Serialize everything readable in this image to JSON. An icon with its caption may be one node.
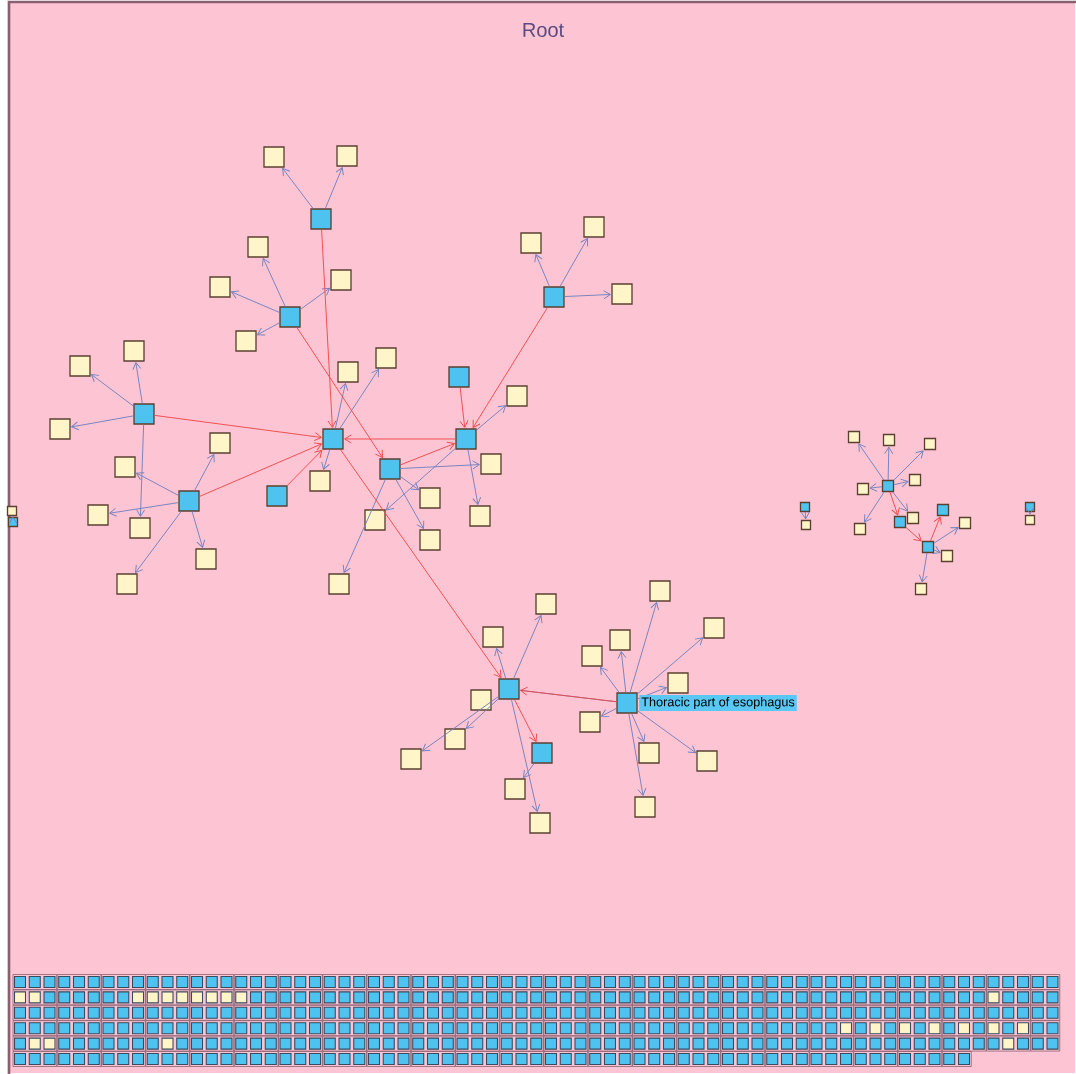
{
  "diagram": {
    "nodes": [
      {
        "text": [
          "Root"
        ]
      },
      {
        "text": [],
        "shape": "box",
        "in": 0
      },
      {
        "text": [],
        "shape": "box",
        "in": 0
      },
      {
        "text": [],
        "shape": "box",
        "in": 0
      },
      {
        "text": [],
        "shape": "box",
        "in": 0
      },
      {
        "text": [],
        "shape": "box",
        "in": 0
      },
      {
        "text": [],
        "shape": "box",
        "in": 0
      },
      {
        "text": [],
        "shape": "box",
        "in": 0
      },
      {
        "text": [],
        "shape": "box",
        "in": 0
      },
      {
        "text": [],
        "shape": "box",
        "in": 0
      },
      {
        "text": [],
        "shape": "box",
        "in": 0
      },
      {
        "text": [],
        "shape": "box",
        "in": 0
      },
      {
        "text": [],
        "shape": "box",
        "in": 0
      },
      {
        "text": [],
        "shape": "box",
        "in": 0
      },
      {
        "text": [],
        "shape": "box",
        "in": 0
      },
      {
        "text": [],
        "shape": "box",
        "in": 0
      },
      {
        "text": [],
        "shape": "box",
        "in": 0
      },
      {
        "text": [],
        "shape": "box",
        "in": 0
      },
      {
        "text": [],
        "shape": "box",
        "in": 0
      },
      {
        "text": [],
        "shape": "box",
        "in": 0
      },
      {
        "text": [],
        "shape": "box",
        "in": 0
      },
      {
        "text": [],
        "shape": "box",
        "in": 0
      },
      {
        "text": [],
        "shape": "box",
        "in": 0
      },
      {
        "text": [],
        "shape": "box",
        "in": 0
      },
      {
        "text": [],
        "shape": "box",
        "in": 0
      },
      {
        "text": [],
        "shape": "box",
        "in": 0
      },
      {
        "text": [],
        "shape": "box",
        "in": 0
      },
      {
        "text": [],
        "shape": "box",
        "in": 0
      },
      {
        "text": [],
        "shape": "box",
        "in": 0
      },
      {
        "text": [],
        "shape": "box",
        "in": 0
      },
      {
        "text": [],
        "shape": "box",
        "in": 0
      },
      {
        "text": [],
        "shape": "box",
        "in": 0
      },
      {
        "text": [],
        "shape": "box",
        "in": 0
      },
      {
        "text": [],
        "shape": "box",
        "in": 0
      },
      {
        "text": [],
        "shape": "box",
        "in": 0
      },
      {
        "text": [],
        "shape": "box",
        "in": 0
      },
      {
        "text": [],
        "shape": "box",
        "in": 0
      },
      {
        "text": [],
        "shape": "box",
        "in": 0
      },
      {
        "text": [],
        "shape": "box",
        "in": 0
      },
      {
        "text": [],
        "shape": "box",
        "in": 0
      },
      {
        "text": [],
        "shape": "box",
        "in": 0
      },
      {
        "text": [],
        "shape": "box",
        "in": 0
      },
      {
        "text": [],
        "shape": "box",
        "in": 0
      },
      {
        "text": [],
        "shape": "box",
        "in": 0
      },
      {
        "text": [],
        "shape": "box",
        "in": 0
      },
      {
        "text": [],
        "shape": "box",
        "in": 0
      },
      {
        "text": [],
        "shape": "box",
        "in": 0
      },
      {
        "text": [],
        "shape": "box",
        "in": 0
      },
      {
        "text": [],
        "shape": "box",
        "in": 0
      },
      {
        "text": [],
        "shape": "box",
        "in": 0
      },
      {
        "text": [],
        "shape": "box",
        "in": 0
      },
      {
        "text": [],
        "shape": "box",
        "in": 0
      },
      {
        "text": [],
        "shape": "box",
        "in": 0
      },
      {
        "text": [],
        "shape": "box",
        "in": 0,
        "beside": [
          "Thoracic part of esophagus"
        ]
      },
      {
        "text": [],
        "shape": "box",
        "in": 0
      },
      {
        "text": [],
        "shape": "box",
        "in": 0
      },
      {
        "text": [],
        "shape": "box",
        "in": 0
      },
      {
        "text": [],
        "shape": "box",
        "in": 0
      },
      {
        "text": [],
        "shape": "box",
        "in": 0
      },
      {
        "text": [],
        "shape": "box",
        "in": 0
      },
      {
        "text": [],
        "shape": "box",
        "in": 0
      },
      {
        "text": [],
        "shape": "box",
        "in": 0
      },
      {
        "text": [],
        "shape": "box",
        "in": 0
      },
      {
        "text": [],
        "shape": "box",
        "in": 0
      },
      {
        "text": [],
        "shape": "box",
        "in": 0
      },
      {
        "text": [],
        "shape": "box",
        "in": 0
      },
      {
        "text": [],
        "shape": "box",
        "in": 0
      },
      {
        "text": [],
        "shape": "box",
        "in": 0
      },
      {
        "text": [],
        "shape": "box",
        "in": 0
      },
      {
        "text": [],
        "shape": "box",
        "in": 0
      },
      {
        "text": [],
        "shape": "box",
        "in": 0
      },
      {
        "text": [],
        "shape": "box",
        "in": 0
      },
      {
        "text": [],
        "shape": "box",
        "in": 0
      },
      {
        "text": [],
        "shape": "box",
        "in": 0
      },
      {
        "text": [],
        "shape": "box",
        "in": 0
      },
      {
        "text": [],
        "shape": "box",
        "in": 0
      },
      {
        "text": [],
        "shape": "box",
        "in": 0
      },
      {
        "text": [],
        "shape": "box",
        "in": 0
      }
    ],
    "edges": [
      {
        "from": 3,
        "to": 1,
        "arrow": "to"
      },
      {
        "from": 3,
        "to": 2,
        "arrow": "to"
      },
      {
        "from": 7,
        "to": 4,
        "arrow": "to"
      },
      {
        "from": 7,
        "to": 5,
        "arrow": "to"
      },
      {
        "from": 7,
        "to": 6,
        "arrow": "to"
      },
      {
        "from": 7,
        "to": 8,
        "arrow": "to"
      },
      {
        "from": 11,
        "to": 9,
        "arrow": "to"
      },
      {
        "from": 11,
        "to": 10,
        "arrow": "to"
      },
      {
        "from": 11,
        "to": 12,
        "arrow": "to"
      },
      {
        "from": 15,
        "to": 13,
        "arrow": "to"
      },
      {
        "from": 15,
        "to": 14,
        "arrow": "to"
      },
      {
        "from": 15,
        "to": 16,
        "arrow": "to"
      },
      {
        "from": 15,
        "to": 17,
        "arrow": "to"
      },
      {
        "from": 18,
        "to": 19,
        "arrow": "to"
      },
      {
        "from": 18,
        "to": 20,
        "arrow": "to"
      },
      {
        "from": 18,
        "to": 21,
        "arrow": "to"
      },
      {
        "from": 18,
        "to": 22,
        "arrow": "to"
      },
      {
        "from": 18,
        "to": 23,
        "arrow": "to"
      },
      {
        "from": 26,
        "to": 24,
        "arrow": "to"
      },
      {
        "from": 26,
        "to": 25,
        "arrow": "to"
      },
      {
        "from": 26,
        "to": 27,
        "arrow": "to"
      },
      {
        "from": 34,
        "to": 32,
        "arrow": "to"
      },
      {
        "from": 34,
        "to": 35,
        "arrow": "to"
      },
      {
        "from": 34,
        "to": 37,
        "arrow": "to"
      },
      {
        "from": 34,
        "to": 38,
        "arrow": "to"
      },
      {
        "from": 31,
        "to": 30,
        "arrow": "to"
      },
      {
        "from": 31,
        "to": 36,
        "arrow": "to"
      },
      {
        "from": 31,
        "to": 33,
        "arrow": "to"
      },
      {
        "from": 41,
        "to": 39,
        "arrow": "to"
      },
      {
        "from": 41,
        "to": 40,
        "arrow": "to"
      },
      {
        "from": 41,
        "to": 43,
        "arrow": "to"
      },
      {
        "from": 41,
        "to": 44,
        "arrow": "to"
      },
      {
        "from": 41,
        "to": 47,
        "arrow": "to"
      },
      {
        "from": 53,
        "to": 48,
        "arrow": "to"
      },
      {
        "from": 53,
        "to": 49,
        "arrow": "to"
      },
      {
        "from": 53,
        "to": 50,
        "arrow": "to"
      },
      {
        "from": 53,
        "to": 51,
        "arrow": "to"
      },
      {
        "from": 53,
        "to": 52,
        "arrow": "to"
      },
      {
        "from": 53,
        "to": 54,
        "arrow": "to"
      },
      {
        "from": 53,
        "to": 55,
        "arrow": "to"
      },
      {
        "from": 53,
        "to": 56,
        "arrow": "to"
      },
      {
        "from": 53,
        "to": 57,
        "arrow": "to"
      },
      {
        "from": 45,
        "to": 46,
        "arrow": "to"
      },
      {
        "from": 41,
        "to": 53,
        "arrow": "none"
      },
      {
        "from": 62,
        "to": 58,
        "arrow": "to"
      },
      {
        "from": 62,
        "to": 59,
        "arrow": "to"
      },
      {
        "from": 62,
        "to": 60,
        "arrow": "to"
      },
      {
        "from": 62,
        "to": 61,
        "arrow": "to"
      },
      {
        "from": 62,
        "to": 63,
        "arrow": "to"
      },
      {
        "from": 62,
        "to": 64,
        "arrow": "to"
      },
      {
        "from": 62,
        "to": 65,
        "arrow": "to"
      },
      {
        "from": 69,
        "to": 68,
        "arrow": "to"
      },
      {
        "from": 69,
        "to": 70,
        "arrow": "to"
      },
      {
        "from": 69,
        "to": 71,
        "arrow": "to"
      },
      {
        "from": 73,
        "to": 72,
        "arrow": "to"
      },
      {
        "from": 74,
        "to": 75,
        "arrow": "to"
      },
      {
        "from": 76,
        "to": 77,
        "arrow": "to"
      },
      {
        "from": 3,
        "to": 26,
        "arrow": "to",
        "color": "#f04848"
      },
      {
        "from": 15,
        "to": 26,
        "arrow": "to",
        "color": "#f04848"
      },
      {
        "from": 18,
        "to": 26,
        "arrow": "to",
        "color": "#f04848"
      },
      {
        "from": 28,
        "to": 26,
        "arrow": "to",
        "color": "#f04848"
      },
      {
        "from": 7,
        "to": 34,
        "arrow": "to",
        "color": "#f04848"
      },
      {
        "from": 29,
        "to": 31,
        "arrow": "to",
        "color": "#f04848"
      },
      {
        "from": 11,
        "to": 31,
        "arrow": "to",
        "color": "#f04848"
      },
      {
        "from": 34,
        "to": 31,
        "arrow": "to",
        "color": "#f04848"
      },
      {
        "from": 31,
        "to": 26,
        "arrow": "to",
        "color": "#f04848"
      },
      {
        "from": 26,
        "to": 41,
        "arrow": "to",
        "color": "#f04848"
      },
      {
        "from": 41,
        "to": 45,
        "arrow": "to",
        "color": "#f04848"
      },
      {
        "from": 53,
        "to": 41,
        "arrow": "to",
        "color": "#f04848"
      },
      {
        "from": 62,
        "to": 66,
        "arrow": "to",
        "color": "#f04848"
      },
      {
        "from": 66,
        "to": 69,
        "arrow": "to",
        "color": "#f04848"
      },
      {
        "from": 69,
        "to": 67,
        "arrow": "to",
        "color": "#f04848"
      }
    ]
  }
}
